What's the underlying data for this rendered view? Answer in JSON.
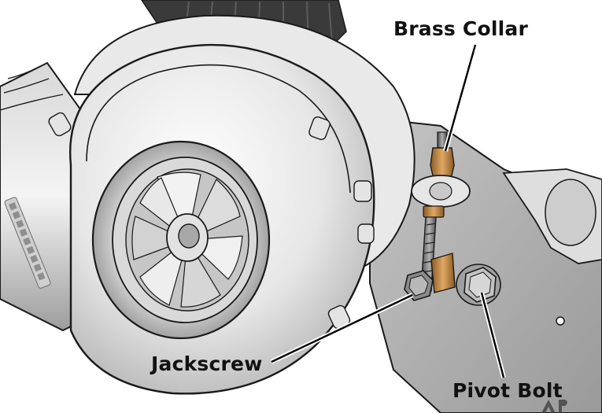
{
  "labels": {
    "brass_collar": "Brass Collar",
    "jackscrew": "Jackscrew",
    "pivot_bolt": "Pivot Bolt"
  },
  "colors": {
    "metal_light": "#f2f2f2",
    "metal_mid": "#c9c9c9",
    "metal_dark": "#6e6e6e",
    "outline": "#1a1a1a",
    "brass": "#c2843e",
    "bracket": "#b5b5b5",
    "belt": "#3a3a3a",
    "leader": "#000000"
  }
}
